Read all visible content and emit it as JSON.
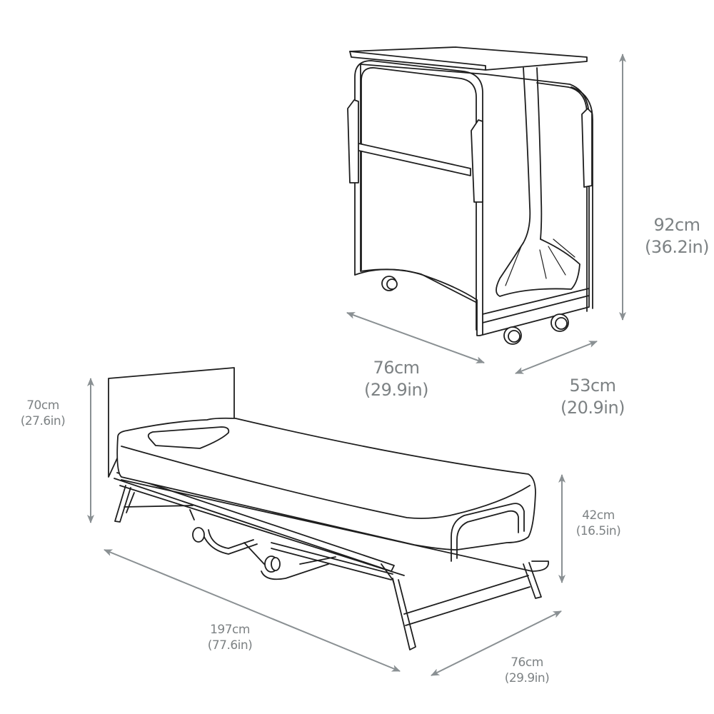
{
  "diagram": {
    "type": "product-dimension-diagram",
    "subject": "folding guest bed",
    "line_color": "#1e1e1e",
    "dimension_color": "#8a9093",
    "label_color": "#7d8284",
    "background": "#ffffff"
  },
  "folded": {
    "height": {
      "cm": "92cm",
      "in": "(36.2in)"
    },
    "width": {
      "cm": "76cm",
      "in": "(29.9in)"
    },
    "depth": {
      "cm": "53cm",
      "in": "(20.9in)"
    }
  },
  "unfolded": {
    "headboard_height": {
      "cm": "70cm",
      "in": "(27.6in)"
    },
    "bed_height": {
      "cm": "42cm",
      "in": "(16.5in)"
    },
    "length": {
      "cm": "197cm",
      "in": "(77.6in)"
    },
    "width": {
      "cm": "76cm",
      "in": "(29.9in)"
    }
  }
}
